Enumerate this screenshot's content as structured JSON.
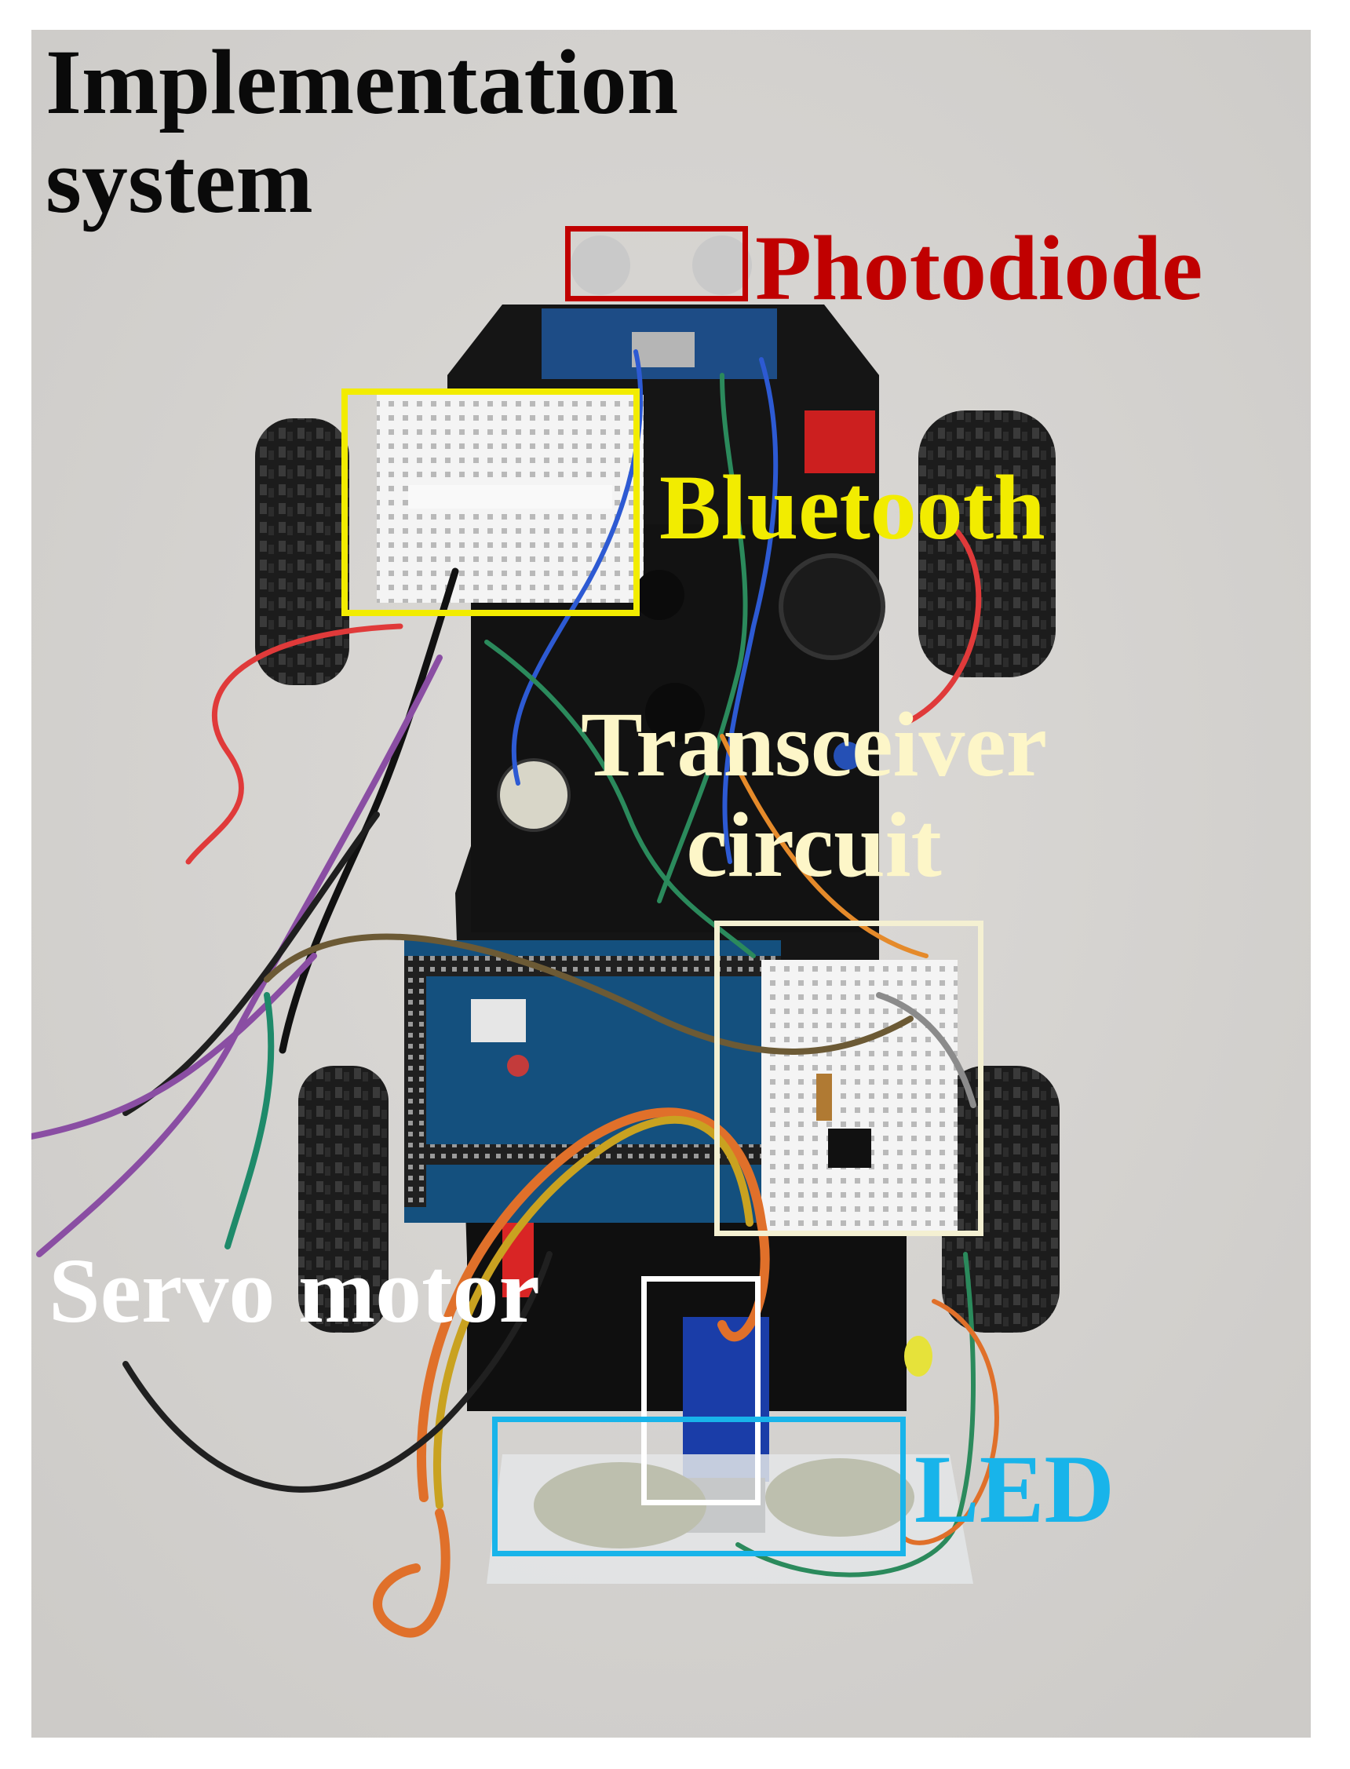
{
  "title": {
    "line1": "Implementation",
    "line2": "system"
  },
  "labels": {
    "photodiode": {
      "text": "Photodiode",
      "color": "#c00000"
    },
    "bluetooth": {
      "text": "Bluetooth",
      "color": "#f2ec00"
    },
    "transceiver_line1": "Transceiver",
    "transceiver_line2": "circuit",
    "transceiver_color": "#fdf6c8",
    "servo": {
      "text": "Servo motor",
      "color": "#ffffff"
    },
    "led": {
      "text": "LED",
      "color": "#18b4ea"
    }
  },
  "colors": {
    "background": "#d6d4d1",
    "chassis": "#151515",
    "tire": "#1c1c1c",
    "arduino_board": "#14507e",
    "breadboard": "#eeeeee",
    "acrylic_plate": "#e4e6e8",
    "photodiode_box": "#c00000",
    "bluetooth_box": "#f2ec00",
    "transceiver_box": "#f4f0d2",
    "servo_box": "#ffffff",
    "led_box": "#18b4ea"
  }
}
